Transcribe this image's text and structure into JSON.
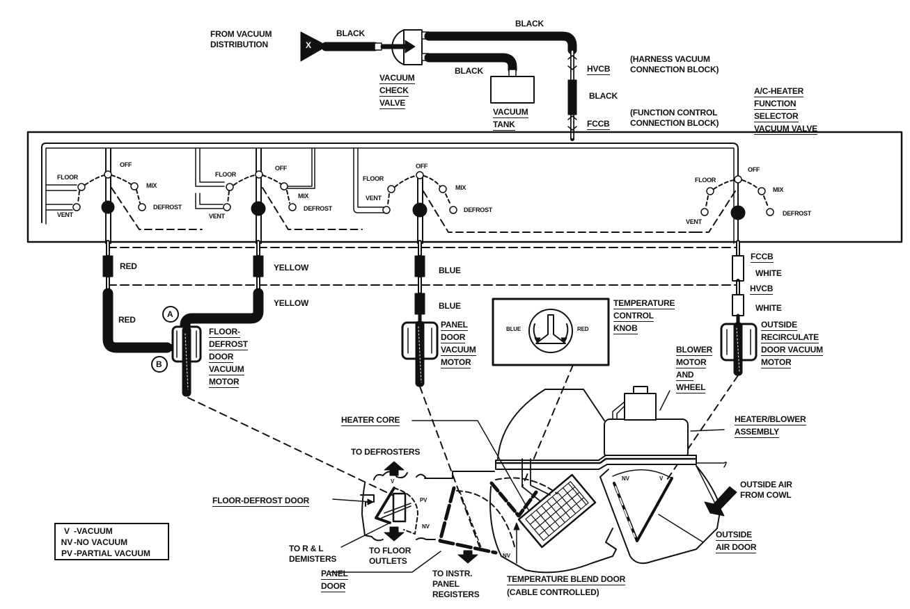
{
  "diagram": {
    "title": "A/C-Heater Vacuum Control System",
    "source": {
      "from_label_1": "FROM VACUUM",
      "from_label_2": "DISTRIBUTION",
      "connector_symbol": "X"
    },
    "hoses": {
      "supply": "BLACK",
      "to_selector": "BLACK",
      "to_tank": "BLACK",
      "harness_segment": "BLACK",
      "floor_defrost_upper": "RED",
      "floor_defrost_lower": "RED",
      "floor_defrost_b_upper": "YELLOW",
      "floor_defrost_b_lower": "YELLOW",
      "panel_upper": "BLUE",
      "panel_lower": "BLUE",
      "recirc_upper": "WHITE",
      "recirc_lower": "WHITE"
    },
    "components": {
      "check_valve": [
        "VACUUM",
        "CHECK",
        "VALVE"
      ],
      "vacuum_tank": [
        "VACUUM",
        "TANK"
      ],
      "selector_valve": [
        "A/C-HEATER",
        "FUNCTION",
        "SELECTOR",
        "VACUUM VALVE"
      ],
      "floor_defrost_motor": [
        "FLOOR-",
        "DEFROST",
        "DOOR",
        "VACUUM",
        "MOTOR"
      ],
      "panel_motor": [
        "PANEL",
        "DOOR",
        "VACUUM",
        "MOTOR"
      ],
      "recirc_motor": [
        "OUTSIDE",
        "RECIRCULATE",
        "DOOR VACUUM",
        "MOTOR"
      ],
      "temp_knob": [
        "TEMPERATURE",
        "CONTROL",
        "KNOB"
      ],
      "blower_motor": [
        "BLOWER",
        "MOTOR",
        "AND",
        "WHEEL"
      ],
      "heater_blower_assembly": [
        "HEATER/BLOWER",
        "ASSEMBLY"
      ],
      "outside_air_door": [
        "OUTSIDE",
        "AIR DOOR"
      ],
      "panel_door": [
        "PANEL",
        "DOOR"
      ],
      "heater_core": "HEATER CORE",
      "floor_defrost_door": "FLOOR-DEFROST DOOR",
      "temp_blend_door_1": "TEMPERATURE BLEND DOOR",
      "temp_blend_door_2": "(CABLE CONTROLLED)"
    },
    "connection_blocks": {
      "hvcb": "HVCB",
      "hvcb_desc_1": "(HARNESS VACUUM",
      "hvcb_desc_2": "CONNECTION BLOCK)",
      "fccb": "FCCB",
      "fccb_desc_1": "(FUNCTION CONTROL",
      "fccb_desc_2": "CONNECTION BLOCK)"
    },
    "selector_positions": {
      "off": "OFF",
      "floor": "FLOOR",
      "vent": "VENT",
      "mix": "MIX",
      "defrost": "DEFROST"
    },
    "ports": {
      "a": "A",
      "b": "B"
    },
    "knob": {
      "left": "BLUE",
      "right": "RED"
    },
    "airflow": {
      "defrosters": "TO DEFROSTERS",
      "floor_1": "TO FLOOR",
      "floor_2": "OUTLETS",
      "demisters_1": "TO R & L",
      "demisters_2": "DEMISTERS",
      "instr_1": "TO INSTR.",
      "instr_2": "PANEL",
      "instr_3": "REGISTERS",
      "cowl_1": "OUTSIDE AIR",
      "cowl_2": "FROM COWL"
    },
    "door_states": {
      "v": "V",
      "nv": "NV",
      "pv": "PV"
    },
    "legend": [
      {
        "code": "V",
        "desc": "-VACUUM"
      },
      {
        "code": "NV",
        "desc": "-NO VACUUM"
      },
      {
        "code": "PV",
        "desc": "-PARTIAL VACUUM"
      }
    ]
  }
}
